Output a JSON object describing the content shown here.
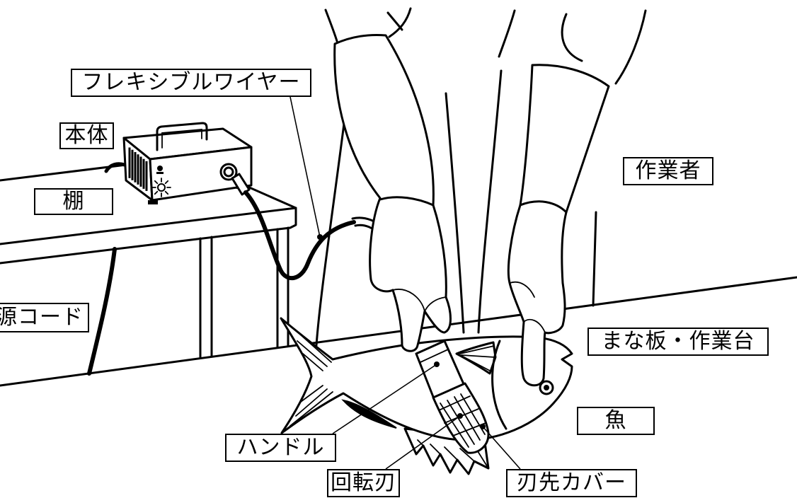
{
  "diagram": {
    "labels": {
      "flexible_wire": "フレキシブルワイヤー",
      "main_unit": "本体",
      "shelf": "棚",
      "power_cord": "源コード",
      "worker": "作業者",
      "cutting_board": "まな板・作業台",
      "fish": "魚",
      "handle": "ハンドル",
      "rotary_blade": "回転刃",
      "blade_cover": "刃先カバー"
    },
    "colors": {
      "line": "#000000",
      "background": "#ffffff"
    }
  }
}
